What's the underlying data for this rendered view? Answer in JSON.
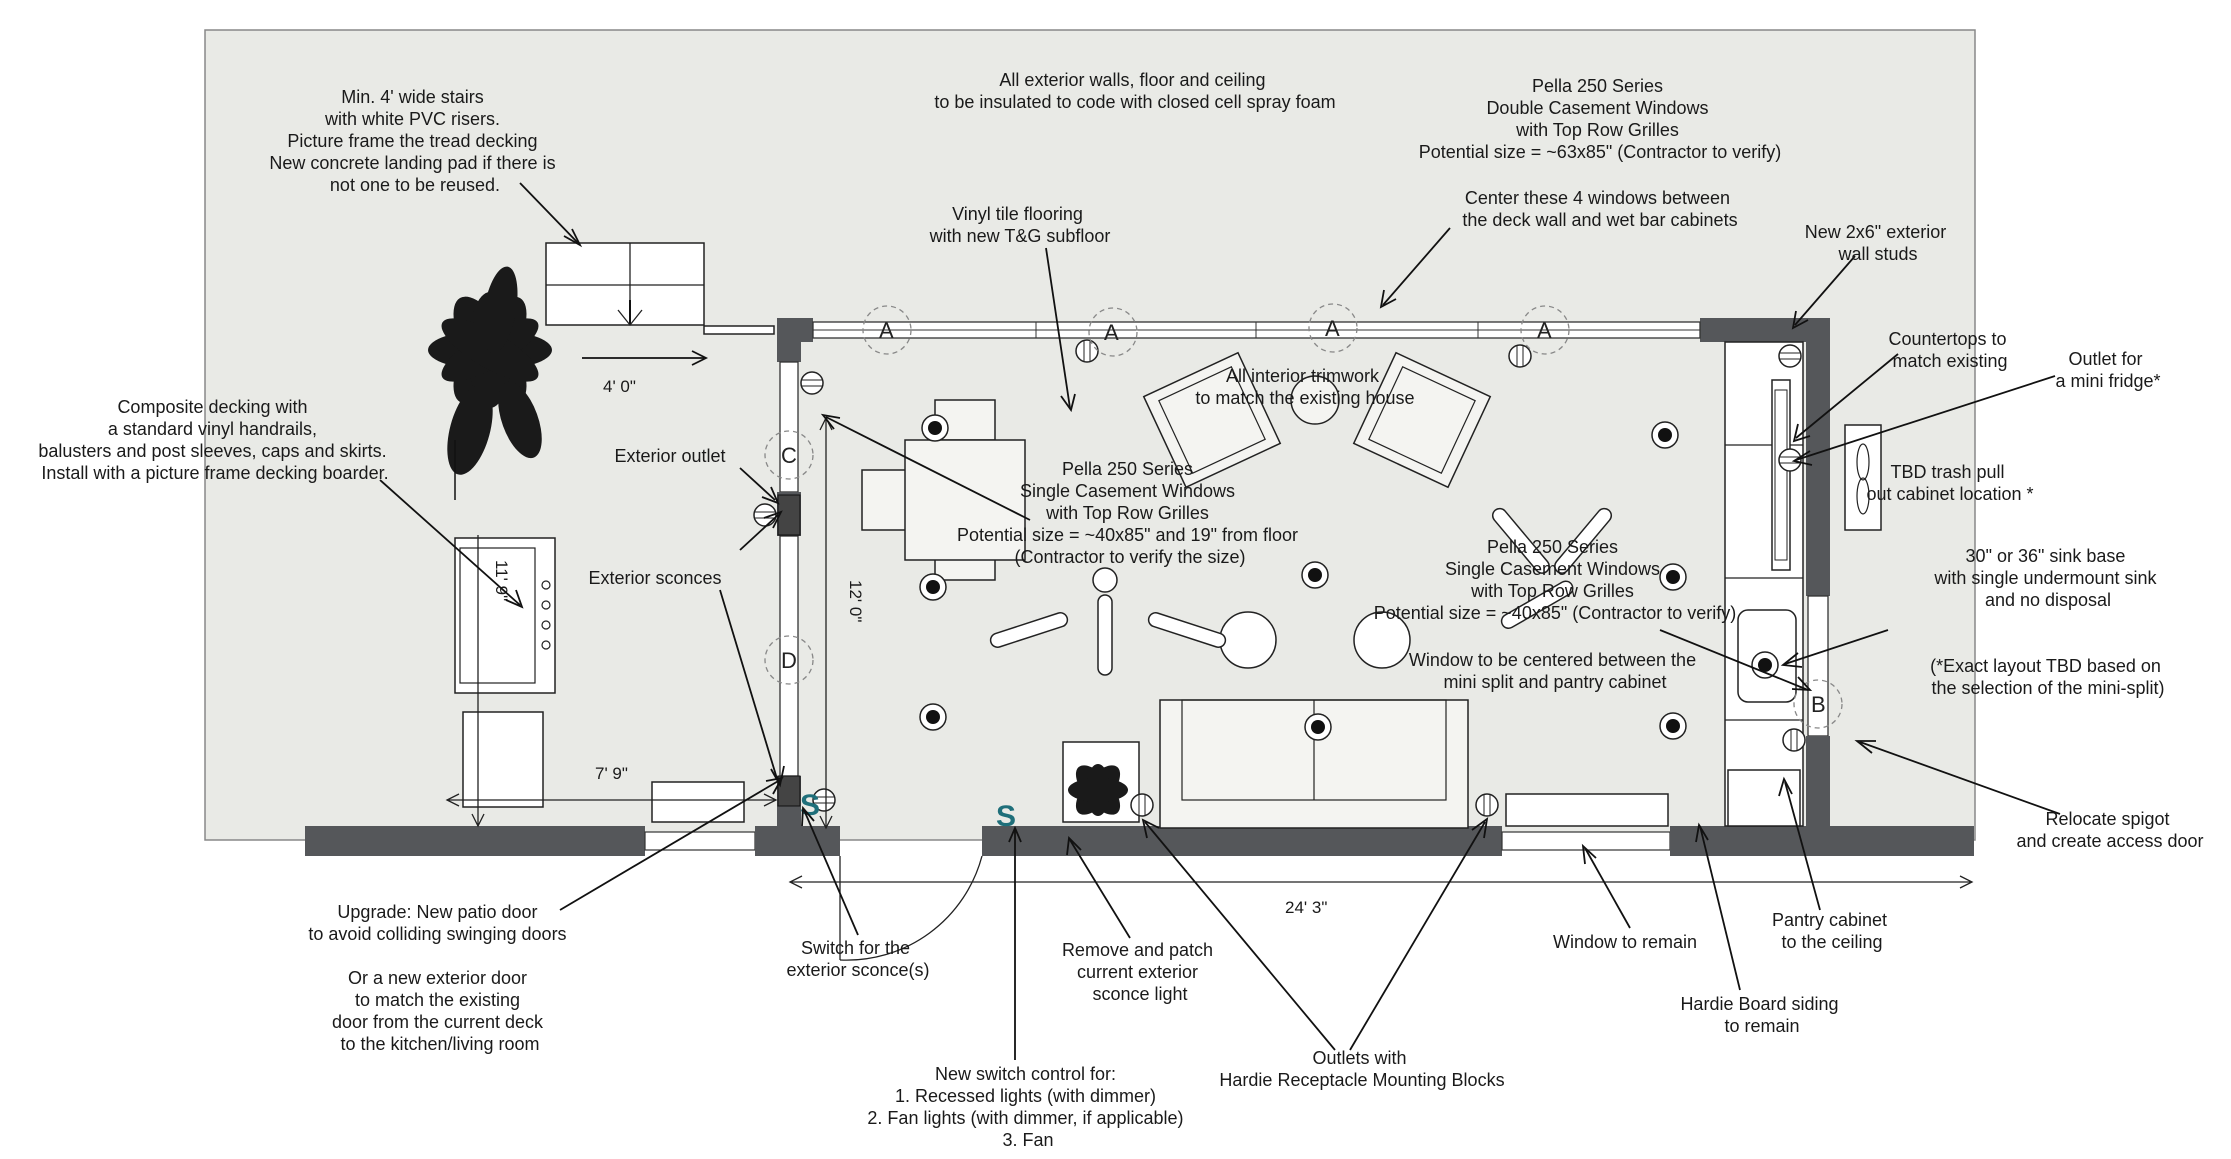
{
  "tags": {
    "window_a": "A",
    "window_b": "B",
    "window_c": "C",
    "window_d": "D",
    "switch_s": "S"
  },
  "dimensions": {
    "stairs_width": "4' 0\"",
    "grill_length": "11' 9\"",
    "deck_depth": "7' 9\"",
    "room_depth": "12' 0\"",
    "room_length": "24' 3\""
  },
  "notes": {
    "insulation": [
      "All exterior walls, floor and ceiling",
      "to be insulated to code with closed cell spray foam"
    ],
    "stairs": [
      "Min. 4' wide stairs",
      "with white PVC risers.",
      "Picture frame the tread decking",
      "New concrete landing pad if there is",
      "not one to be reused."
    ],
    "double_windows": [
      "Pella 250 Series",
      "Double Casement Windows",
      "with Top Row Grilles",
      "Potential size = ~63x85\" (Contractor to verify)"
    ],
    "center_windows": [
      "Center these 4 windows between",
      "the deck wall and wet bar cabinets"
    ],
    "studs": [
      "New 2x6\" exterior",
      "wall studs"
    ],
    "flooring": [
      "Vinyl tile flooring",
      "with new T&G subfloor"
    ],
    "trimwork": [
      "All interior trimwork",
      "to match the existing house"
    ],
    "countertops": [
      "Countertops to",
      "match existing"
    ],
    "fridge_outlet": [
      "Outlet for",
      "a mini fridge*"
    ],
    "trash_pull": [
      "TBD trash pull",
      "out cabinet location *"
    ],
    "decking": [
      "Composite decking with",
      "a standard vinyl handrails,",
      "balusters and post sleeves, caps and skirts.",
      "Install with a picture frame decking boarder."
    ],
    "exterior_outlet": [
      "Exterior outlet"
    ],
    "single_windows_left": [
      "Pella 250 Series",
      "Single Casement Windows",
      "with Top Row Grilles",
      "Potential size = ~40x85\" and 19\" from floor",
      "(Contractor to verify the size)"
    ],
    "single_windows_right": [
      "Pella 250 Series",
      "Single Casement Windows",
      "with Top Row Grilles",
      "Potential size = ~40x85\" (Contractor to verify)"
    ],
    "sink": [
      "30\" or 36\" sink base",
      "with single undermount sink",
      "and no disposal"
    ],
    "exterior_sconces": [
      "Exterior sconces"
    ],
    "window_centered": [
      "Window to be centered between the",
      "mini split and pantry cabinet"
    ],
    "layout_tbd": [
      "(*Exact layout TBD based on",
      "the selection of the mini-split)"
    ],
    "spigot": [
      "Relocate spigot",
      "and create access door"
    ],
    "patio_door": [
      "Upgrade: New patio door",
      "to avoid colliding swinging doors",
      "",
      "Or a new exterior door",
      "to match the existing",
      "door from the current deck",
      "to the kitchen/living room"
    ],
    "sconce_switch": [
      "Switch for the",
      "exterior sconce(s)"
    ],
    "remove_light": [
      "Remove and patch",
      "current exterior",
      "sconce light"
    ],
    "switch_control": [
      "New switch control for:",
      "1. Recessed lights (with dimmer)",
      "2. Fan lights (with dimmer, if applicable)",
      "3. Fan"
    ],
    "outlets": [
      "Outlets with",
      "Hardie Receptacle Mounting Blocks"
    ],
    "window_remain": [
      "Window to remain"
    ],
    "pantry": [
      "Pantry cabinet",
      "to the ceiling"
    ],
    "hardie": [
      "Hardie Board siding",
      "to remain"
    ]
  },
  "colors": {
    "site": "#e9eae6",
    "wall": "#55575a",
    "switch_tag": "#1f6f7a"
  }
}
